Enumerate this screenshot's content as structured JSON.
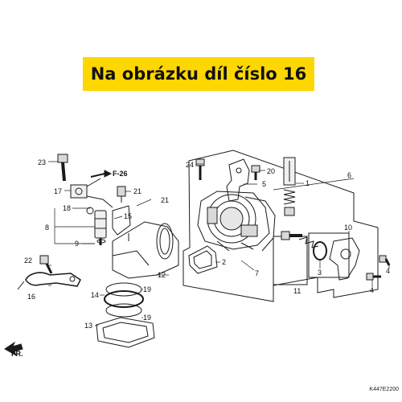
{
  "banner": {
    "text": "Na obrázku díl číslo 16",
    "background": "#ffd700"
  },
  "diagram_code": "K447E2200",
  "refs": {
    "f26": "F-26",
    "fr": "FR.",
    "p1": "1",
    "p2": "2",
    "p3": "3",
    "p4a": "4",
    "p4b": "4",
    "p5": "5",
    "p6": "6",
    "p7": "7",
    "p8": "8",
    "p9": "9",
    "p10": "10",
    "p11": "11",
    "p12": "12",
    "p13": "13",
    "p14": "14",
    "p15": "15",
    "p16": "16",
    "p17": "17",
    "p18": "18",
    "p19a": "19",
    "p19b": "19",
    "p20": "20",
    "p21a": "21",
    "p21b": "21",
    "p22": "22",
    "p23": "23",
    "p24": "24"
  },
  "parts": {
    "highlighted": "16"
  }
}
